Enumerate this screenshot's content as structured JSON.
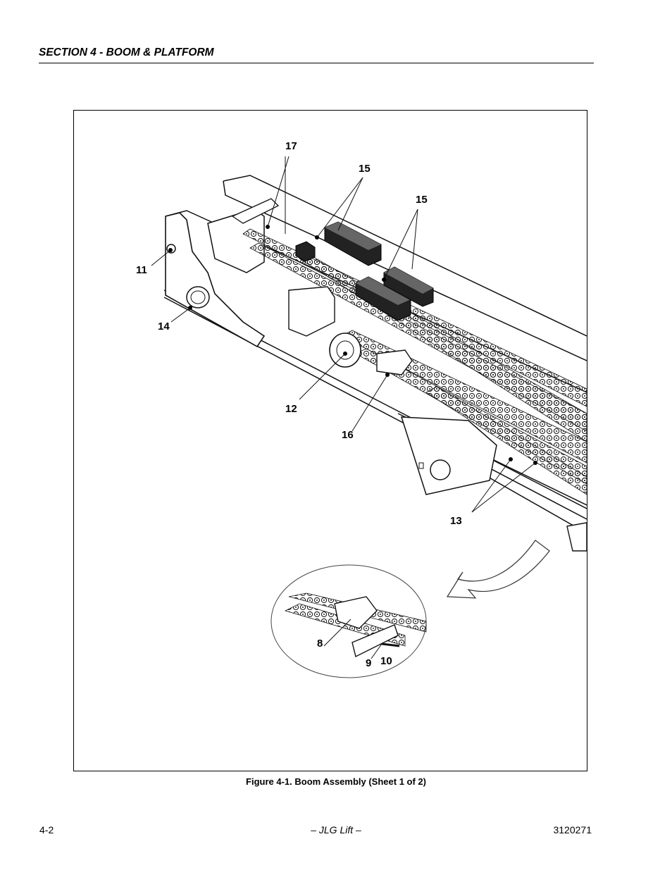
{
  "header": {
    "section_title": "SECTION 4 - BOOM & PLATFORM"
  },
  "figure": {
    "callouts": [
      "17",
      "15",
      "15",
      "11",
      "14",
      "12",
      "16",
      "13",
      "8",
      "9",
      "10"
    ],
    "caption": "Figure 4-1.  Boom Assembly (Sheet 1 of 2)"
  },
  "footer": {
    "page_number": "4-2",
    "publisher": "– JLG Lift –",
    "doc_number": "3120271"
  }
}
